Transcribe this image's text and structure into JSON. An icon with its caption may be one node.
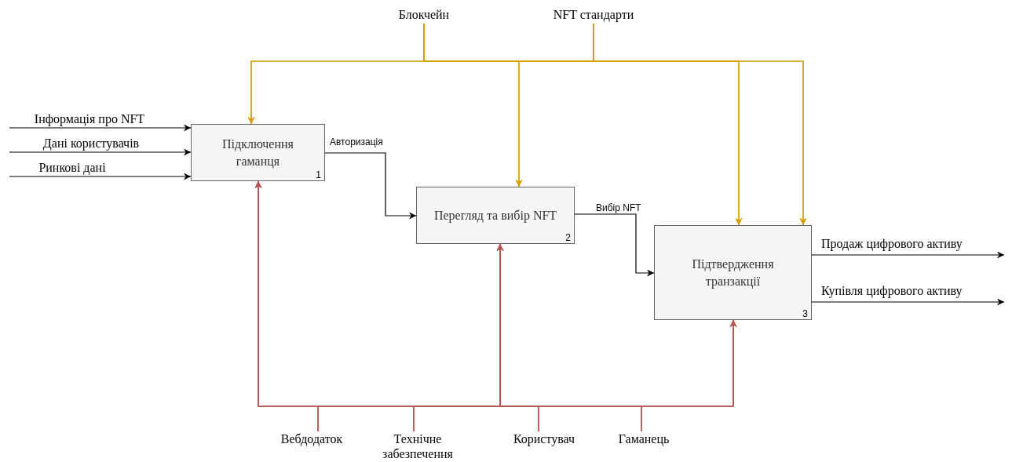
{
  "diagram": {
    "nodes": [
      {
        "text": [
          "Підключення гаманця",
          "1"
        ]
      },
      {
        "text": [
          "Перегляд та вибір NFT",
          "2"
        ]
      },
      {
        "text": [
          "Підтвердження транзакції",
          "3"
        ]
      },
      {
        "text": [
          "Блокчейн"
        ]
      },
      {
        "text": [
          "NFT стандарти"
        ]
      },
      {
        "text": [
          "Вебдодаток"
        ]
      },
      {
        "text": [
          "Технічне забезпечення"
        ]
      },
      {
        "text": [
          "Користувач"
        ]
      },
      {
        "text": [
          "Гаманець"
        ]
      }
    ],
    "edges": [
      {
        "from": null,
        "to": 0,
        "arrow": "to",
        "label": "Інформація про NFT",
        "color": "#000000"
      },
      {
        "from": null,
        "to": 0,
        "arrow": "to",
        "label": "Дані користувачів",
        "color": "#000000"
      },
      {
        "from": null,
        "to": 0,
        "arrow": "to",
        "label": "Ринкові дані",
        "color": "#000000"
      },
      {
        "from": 0,
        "to": 1,
        "arrow": "to",
        "label": "Авторизація",
        "color": "#000000"
      },
      {
        "from": 1,
        "to": 2,
        "arrow": "to",
        "label": "Вибір NFT",
        "color": "#000000"
      },
      {
        "from": 2,
        "to": null,
        "arrow": "to",
        "label": "Продаж цифрового активу",
        "color": "#000000"
      },
      {
        "from": 2,
        "to": null,
        "arrow": "to",
        "label": "Купівля цифрового активу",
        "color": "#000000"
      },
      {
        "from": 3,
        "to": 0,
        "arrow": "to",
        "color": "#d79b00"
      },
      {
        "from": 3,
        "to": 1,
        "arrow": "to",
        "color": "#d79b00"
      },
      {
        "from": 3,
        "to": 2,
        "arrow": "to",
        "color": "#d79b00"
      },
      {
        "from": 3,
        "to": 2,
        "arrow": "to",
        "color": "#d79b00"
      },
      {
        "from": 4,
        "to": 0,
        "arrow": "to",
        "color": "#d79b00"
      },
      {
        "from": 4,
        "to": 1,
        "arrow": "to",
        "color": "#d79b00"
      },
      {
        "from": 4,
        "to": 2,
        "arrow": "to",
        "color": "#d79b00"
      },
      {
        "from": 4,
        "to": 2,
        "arrow": "to",
        "color": "#d79b00"
      },
      {
        "from": 5,
        "to": 0,
        "arrow": "to",
        "color": "#b85450"
      },
      {
        "from": 5,
        "to": 1,
        "arrow": "to",
        "color": "#b85450"
      },
      {
        "from": 5,
        "to": 2,
        "arrow": "to",
        "color": "#b85450"
      },
      {
        "from": 6,
        "to": 0,
        "arrow": "to",
        "color": "#b85450"
      },
      {
        "from": 6,
        "to": 1,
        "arrow": "to",
        "color": "#b85450"
      },
      {
        "from": 6,
        "to": 2,
        "arrow": "to",
        "color": "#b85450"
      },
      {
        "from": 7,
        "to": 0,
        "arrow": "to",
        "color": "#b85450"
      },
      {
        "from": 7,
        "to": 1,
        "arrow": "to",
        "color": "#b85450"
      },
      {
        "from": 7,
        "to": 2,
        "arrow": "to",
        "color": "#b85450"
      },
      {
        "from": 8,
        "to": 0,
        "arrow": "to",
        "color": "#b85450"
      },
      {
        "from": 8,
        "to": 1,
        "arrow": "to",
        "color": "#b85450"
      },
      {
        "from": 8,
        "to": 2,
        "arrow": "to",
        "color": "#b85450"
      }
    ]
  }
}
